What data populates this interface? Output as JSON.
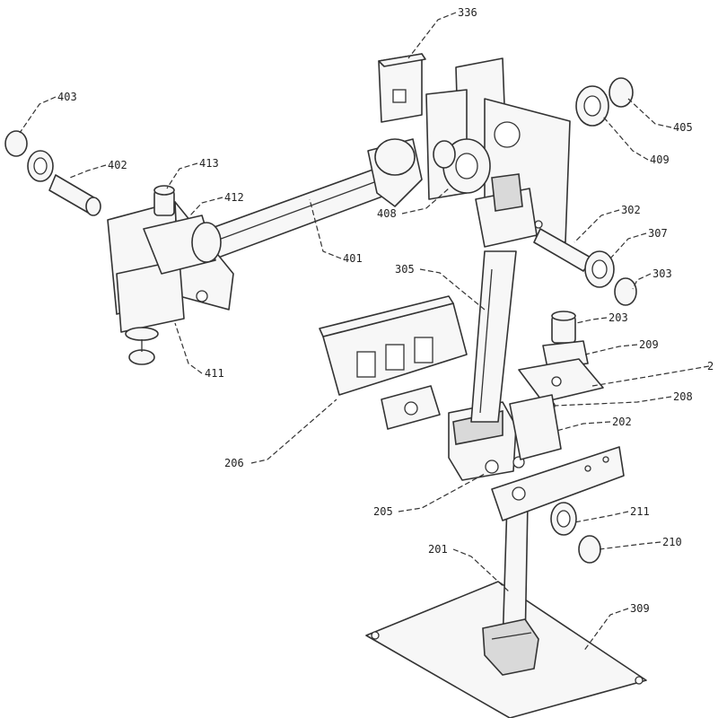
{
  "labels": {
    "l336": "336",
    "l403": "403",
    "l402": "402",
    "l413": "413",
    "l412": "412",
    "l401": "401",
    "l411": "411",
    "l408": "408",
    "l405": "405",
    "l409": "409",
    "l302": "302",
    "l307": "307",
    "l303": "303",
    "l305": "305",
    "l203": "203",
    "l209": "209",
    "l2": "2",
    "l208": "208",
    "l202": "202",
    "l206": "206",
    "l205": "205",
    "l211": "211",
    "l210": "210",
    "l201": "201",
    "l309": "309"
  },
  "colors": {
    "line": "#333333",
    "background": "#ffffff"
  }
}
